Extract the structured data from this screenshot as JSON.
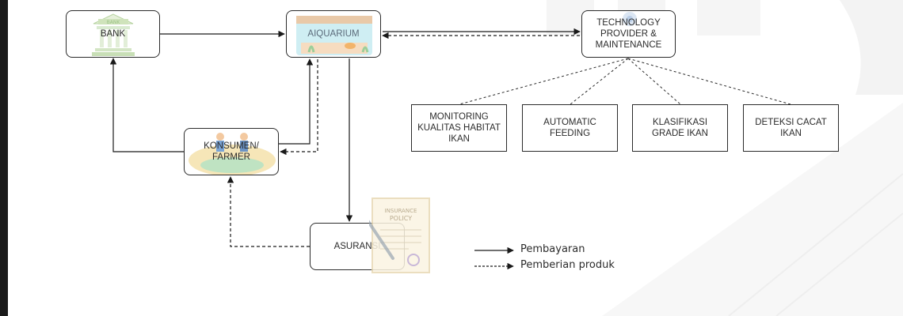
{
  "nodes": {
    "bank": "BANK",
    "bank_sign": "BANK",
    "aiquarium": "AIQUARIUM",
    "tech": "TECHNOLOGY PROVIDER & MAINTENANCE",
    "monitoring": "MONITORING KUALITAS HABITAT IKAN",
    "feeding": "AUTOMATIC FEEDING",
    "klasifikasi": "KLASIFIKASI GRADE IKAN",
    "deteksi": "DETEKSI CACAT IKAN",
    "konsumen": "KONSUMEN/ FARMER",
    "asuransi": "ASURANSI"
  },
  "policy_doc": {
    "line1": "INSURANCE",
    "line2": "POLICY"
  },
  "legend": {
    "solid": "Pembayaran",
    "dashed": "Pemberian produk"
  }
}
